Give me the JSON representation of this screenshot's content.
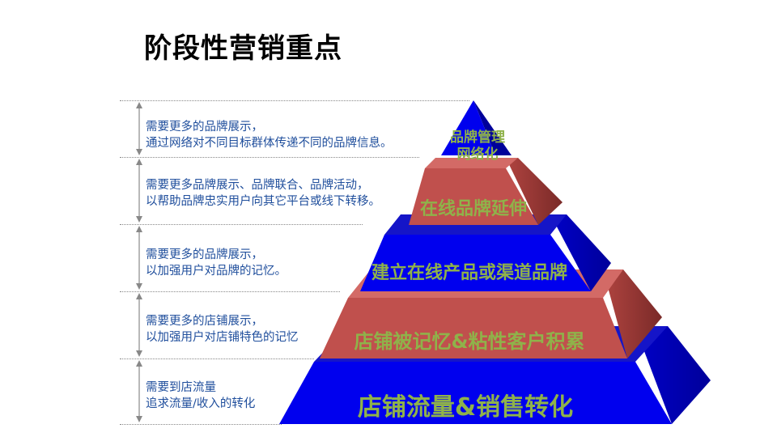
{
  "title": "阶段性营销重点",
  "colors": {
    "blue": "#0000ee",
    "red": "#c0504d",
    "label": "#8fb24a",
    "desc_text": "#1f4e9c"
  },
  "levels": [
    {
      "label_lines": [
        "品牌管理",
        "网络化"
      ],
      "desc": [
        "需要更多的品牌展示，",
        "通过网络对不同目标群体传递不同的品牌信息。"
      ]
    },
    {
      "label": "在线品牌延伸",
      "desc": [
        "需要更多品牌展示、品牌联合、品牌活动，",
        "以帮助品牌忠实用户向其它平台或线下转移。"
      ]
    },
    {
      "label": "建立在线产品或渠道品牌",
      "desc": [
        "需要更多的品牌展示，",
        "以加强用户对品牌的记忆。"
      ]
    },
    {
      "label": "店铺被记忆&粘性客户积累",
      "desc": [
        "需要更多的店铺展示，",
        "以加强用户对店铺特色的记忆"
      ]
    },
    {
      "label": "店铺流量&销售转化",
      "desc": [
        "需要到店流量",
        "追求流量/收入的转化"
      ]
    }
  ]
}
